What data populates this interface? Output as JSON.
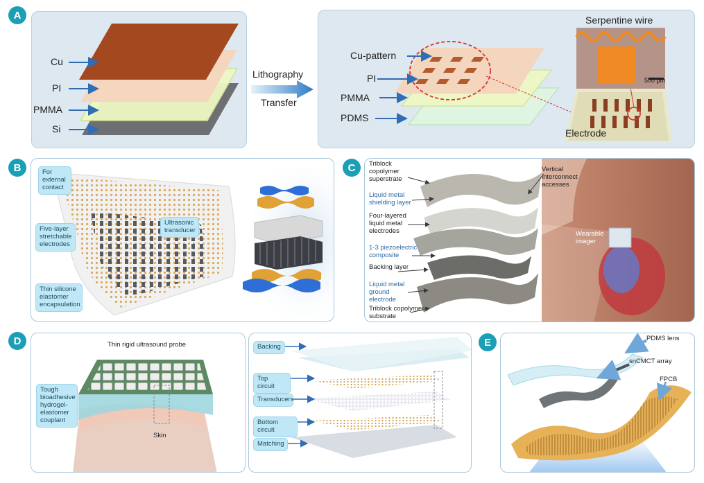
{
  "badges": {
    "a": "A",
    "b": "B",
    "c": "C",
    "d": "D",
    "e": "E"
  },
  "panel_a": {
    "left_layers": [
      "Cu",
      "PI",
      "PMMA",
      "Si"
    ],
    "process_top": "Lithography",
    "process_bottom": "Transfer",
    "right_layers": [
      "Cu-pattern",
      "PI",
      "PMMA",
      "PDMS"
    ],
    "inset_title": "Serpentine wire",
    "scale_bar": "500 µm",
    "electrode": "Electrode"
  },
  "panel_b": {
    "labels": [
      "For external contact",
      "Five-layer stretchable electrodes",
      "Thin silicone elastomer encapsulation",
      "Ultrasonic transducer"
    ]
  },
  "panel_c": {
    "labels": [
      "Triblock copolymer superstrate",
      "Liquid metal shielding layer",
      "Four-layered liquid metal electrodes",
      "1-3 piezoelectric composite",
      "Backing layer",
      "Liquid metal ground electrode",
      "Triblock copolymer substrate"
    ],
    "vertical": "Vertical interconnect accesses",
    "wearable": "Wearable imager"
  },
  "panel_d": {
    "probe_title": "Thin rigid ultrasound probe",
    "couplant": "Tough bioadhesive hydrogel-elastomer couplant",
    "skin": "Skin",
    "layers": [
      "Backing",
      "Top circuit",
      "Transducers",
      "Bottom circuit",
      "Matching"
    ]
  },
  "panel_e": {
    "labels": [
      "PDMS lens",
      "snCMCT array",
      "FPCB"
    ]
  },
  "colors": {
    "badge": "#1b9fb5",
    "label_box": "#bfe7f5",
    "arrow": "#2f6db5",
    "panel_border": "#a9c6dd"
  }
}
